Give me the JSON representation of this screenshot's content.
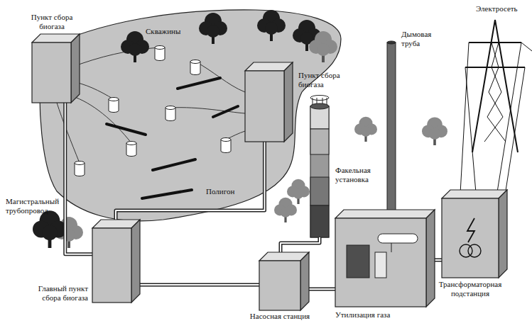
{
  "diagram": {
    "nodes": [
      {
        "text": [
          "Пункт сбора биогаза"
        ]
      },
      {
        "text": [
          "Пункт сбора биогаза"
        ]
      },
      {
        "text": [
          "Главный пункт сбора биогаза"
        ]
      },
      {
        "text": [
          "Насосная станция"
        ]
      },
      {
        "text": [
          "Утилизация газа"
        ]
      },
      {
        "text": [
          "Трансформаторная подстанция"
        ]
      }
    ],
    "edges": [
      {
        "from": 0,
        "to": 2,
        "arrow": "none"
      },
      {
        "from": 1,
        "to": 2,
        "arrow": "none"
      },
      {
        "from": 2,
        "to": 3,
        "arrow": "none"
      },
      {
        "from": 3,
        "to": 4,
        "arrow": "none"
      },
      {
        "from": 4,
        "to": 5,
        "arrow": "none"
      }
    ],
    "labels": [
      "Скважины",
      "Электросеть",
      "Дымовая труба",
      "Факельная установка",
      "Магистральный трубопровод",
      "Полигон"
    ]
  }
}
